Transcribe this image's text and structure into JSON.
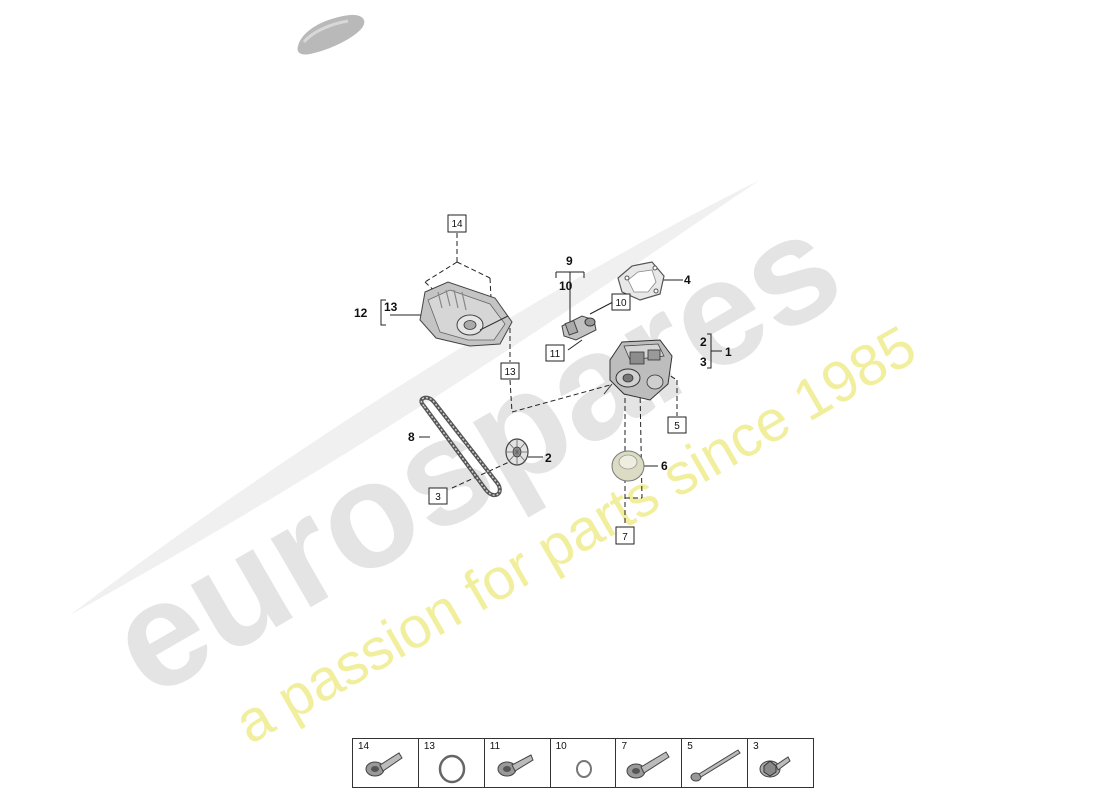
{
  "watermark": {
    "brand": "eurospares",
    "tagline": "a passion for parts since 1985"
  },
  "callouts": {
    "c1": "1",
    "c2_top": "2",
    "c3_top": "3",
    "c4": "4",
    "c6": "6",
    "c8": "8",
    "c2_low": "2",
    "c9": "9",
    "c10": "10",
    "c12": "12",
    "c13": "13"
  },
  "boxed_refs": {
    "b14": "14",
    "b10": "10",
    "b11": "11",
    "b13": "13",
    "b5": "5",
    "b3": "3",
    "b7": "7"
  },
  "legend": [
    "14",
    "13",
    "11",
    "10",
    "7",
    "5",
    "3"
  ]
}
